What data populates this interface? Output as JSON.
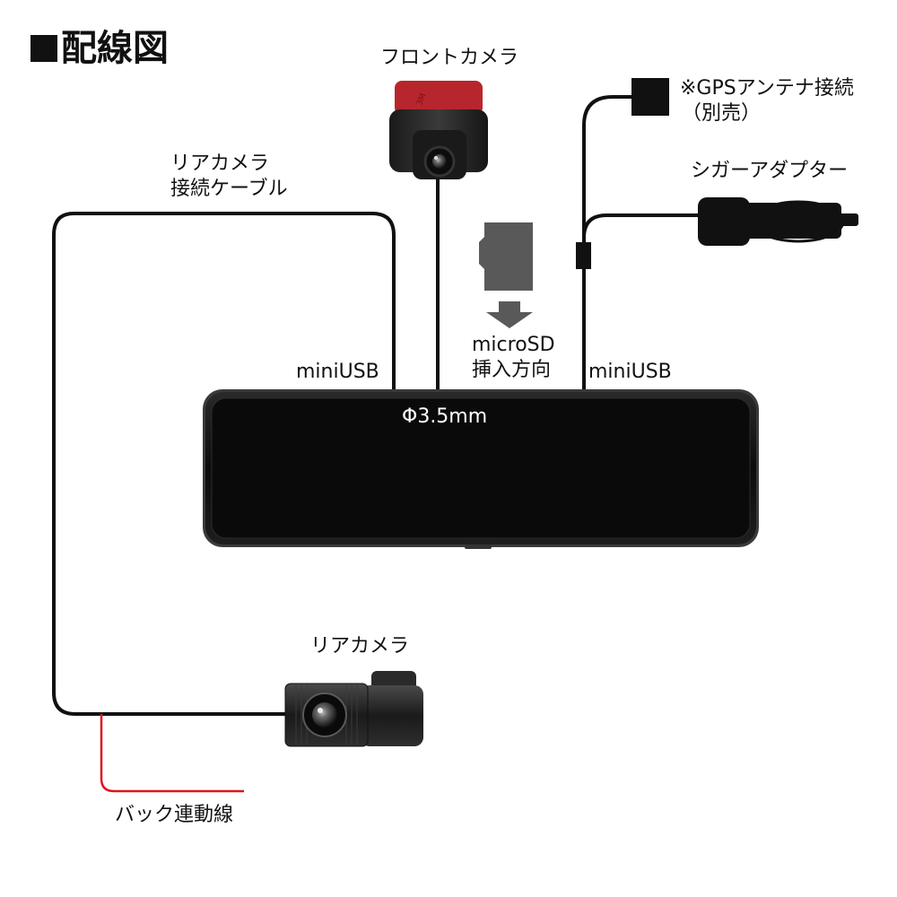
{
  "title": "配線図",
  "labels": {
    "front_camera": "フロントカメラ",
    "gps_line1": "※GPSアンテナ接続",
    "gps_line2": "（別売）",
    "cigar_adapter": "シガーアダプター",
    "rear_cable_line1": "リアカメラ",
    "rear_cable_line2": "接続ケーブル",
    "microsd_line1": "microSD",
    "microsd_line2": "挿入方向",
    "miniusb_left": "miniUSB",
    "miniusb_right": "miniUSB",
    "phi_jack": "Φ3.5mm",
    "rear_camera": "リアカメラ",
    "reverse_wire": "バック連動線"
  },
  "colors": {
    "cable": "#111111",
    "reverse_wire": "#e0141e",
    "mirror_body": "#0d0d0d",
    "adhesive_pad": "#b8262d",
    "sd_card": "#595959"
  }
}
